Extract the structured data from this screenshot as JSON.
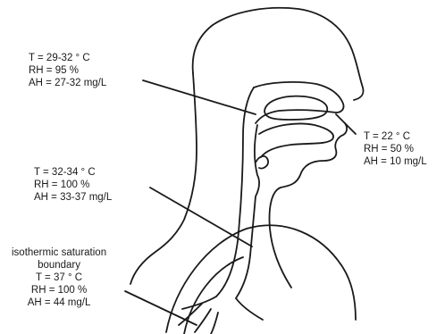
{
  "labels": {
    "nose": {
      "temp": "T = 22 ° C",
      "rh": "RH = 50 %",
      "ah": "AH = 10 mg/L"
    },
    "pharynx": {
      "temp": "T = 29-32 ° C",
      "rh": "RH = 95 %",
      "ah": "AH = 27-32 mg/L"
    },
    "trachea": {
      "temp": "T = 32-34 ° C",
      "rh": "RH = 100 %",
      "ah": "AH = 33-37 mg/L"
    },
    "boundary": {
      "title_line1": "isothermic saturation",
      "title_line2": "boundary",
      "temp": "T = 37 ° C",
      "rh": "RH = 100 %",
      "ah": "AH = 44 mg/L"
    }
  },
  "colors": {
    "ink": "#1a1a1a",
    "background": "#ffffff"
  }
}
